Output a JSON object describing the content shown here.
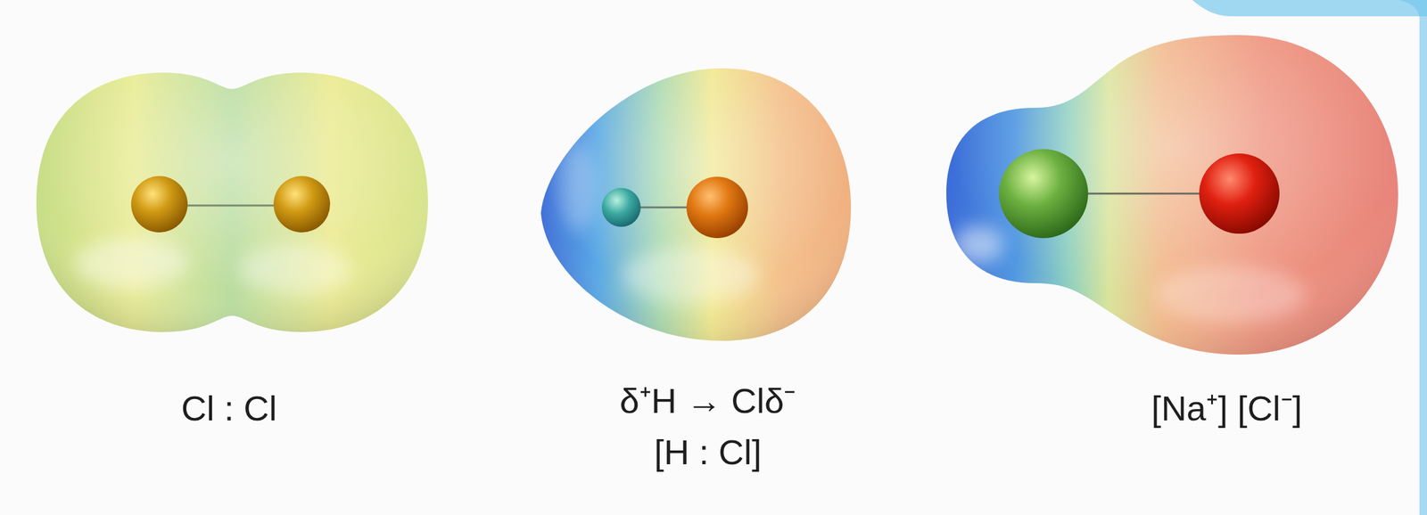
{
  "diagram": {
    "labels": [
      "Cl : Cl",
      "δ⁺H → Clδ⁻",
      "[H : Cl]",
      "[Na⁺] [Cl⁻]"
    ]
  }
}
